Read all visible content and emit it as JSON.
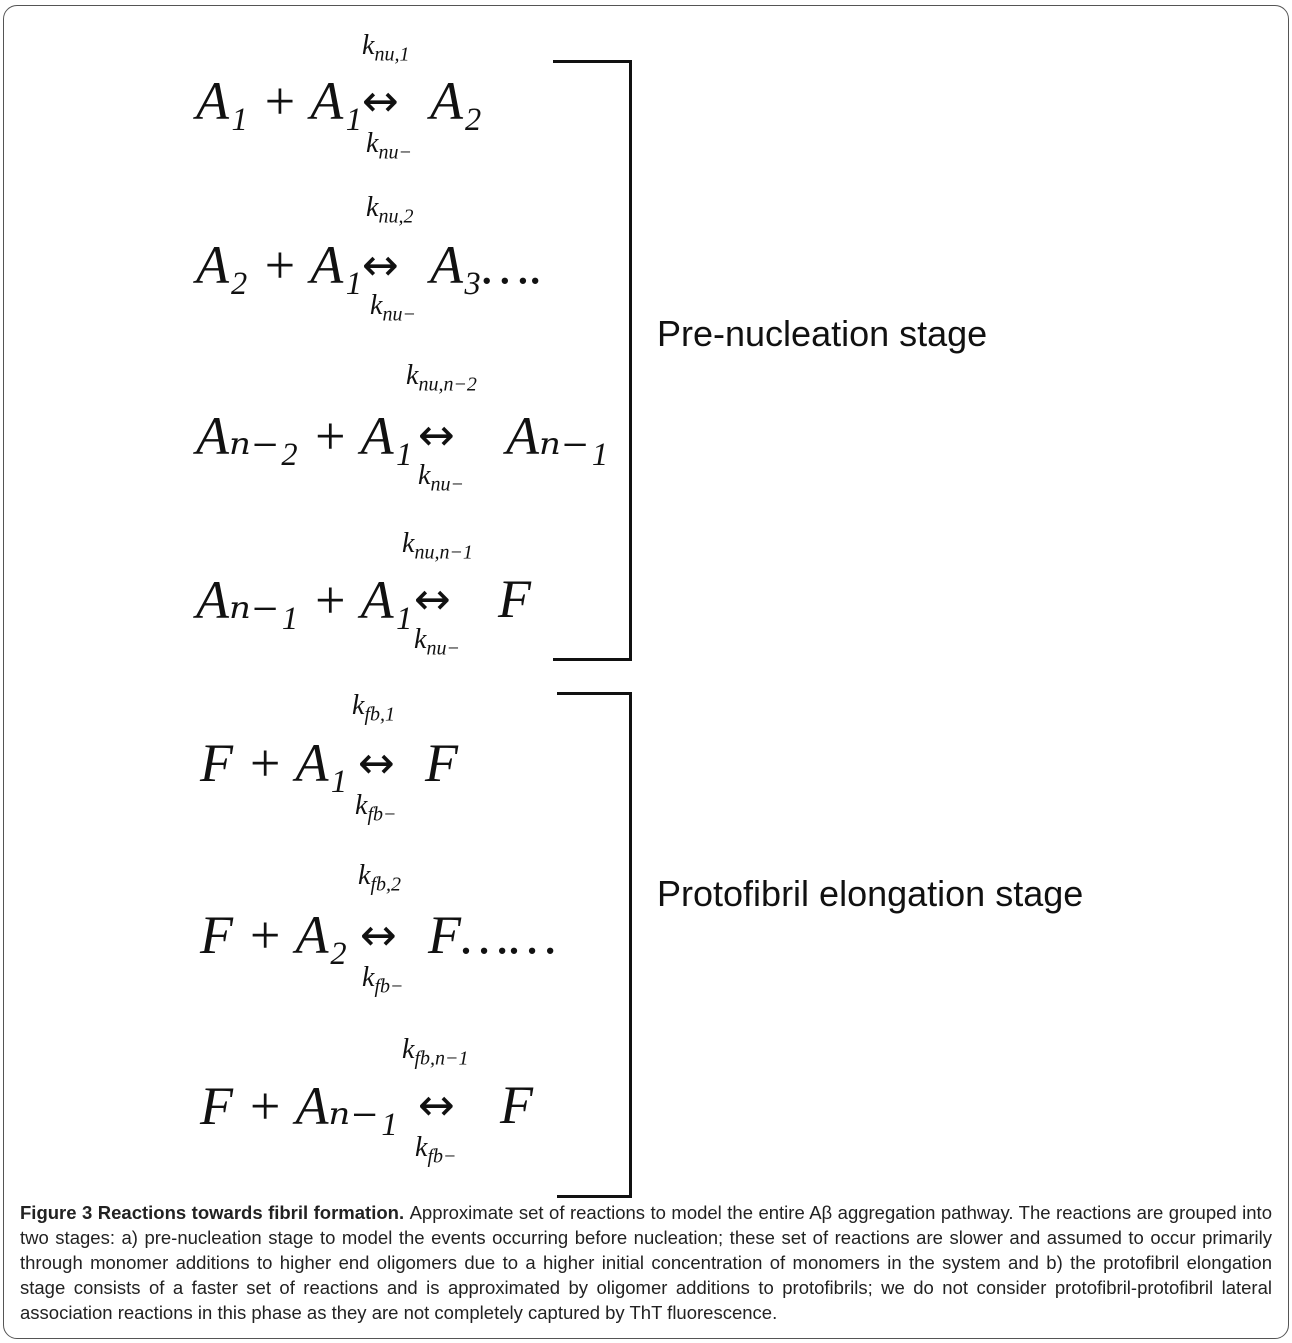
{
  "figure": {
    "label": "Figure 3",
    "title": "Reactions towards fibril formation.",
    "caption": "Approximate set of reactions to model the entire Aβ aggregation pathway. The reactions are grouped into two stages: a) pre-nucleation stage to model the events occurring before nucleation; these set of reactions are slower and assumed to occur primarily through monomer additions to higher end oligomers due to a higher initial concentration of monomers in the system and b) the protofibril elongation stage consists of a faster set of reactions and is approximated by oligomer additions to protofibrils; we do not consider protofibril-protofibril lateral association reactions in this phase as they are not completely captured by ThT fluorescence."
  },
  "stages": {
    "pre_nucleation": "Pre-nucleation stage",
    "protofibril": "Protofibril elongation stage"
  },
  "reactions": [
    {
      "lhs": "A₁ + A₁",
      "rhs": "A₂",
      "forward": "k",
      "forward_sub": "nu,1",
      "reverse": "k",
      "reverse_sub": "nu−"
    },
    {
      "lhs": "A₂ + A₁",
      "rhs": "A₃….",
      "forward": "k",
      "forward_sub": "nu,2",
      "reverse": "k",
      "reverse_sub": "nu−"
    },
    {
      "lhs": "Aₙ₋₂ + A₁",
      "rhs": "Aₙ₋₁",
      "forward": "k",
      "forward_sub": "nu,n−2",
      "reverse": "k",
      "reverse_sub": "nu−"
    },
    {
      "lhs": "Aₙ₋₁ + A₁",
      "rhs": "F",
      "forward": "k",
      "forward_sub": "nu,n−1",
      "reverse": "k",
      "reverse_sub": "nu−"
    },
    {
      "lhs": "F + A₁",
      "rhs": "F",
      "forward": "k",
      "forward_sub": "fb,1",
      "reverse": "k",
      "reverse_sub": "fb−"
    },
    {
      "lhs": "F + A₂",
      "rhs": "F……",
      "forward": "k",
      "forward_sub": "fb,2",
      "reverse": "k",
      "reverse_sub": "fb−"
    },
    {
      "lhs": "F  + Aₙ₋₁",
      "rhs": "F",
      "forward": "k",
      "forward_sub": "fb,n−1",
      "reverse": "k",
      "reverse_sub": "fb−"
    }
  ]
}
